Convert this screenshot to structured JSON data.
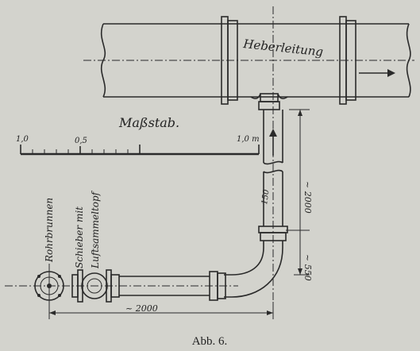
{
  "labels": {
    "heberleitung": "Heberleitung",
    "massstab": "Maßstab.",
    "scale_start": "1,0",
    "scale_mid": "0,5",
    "scale_end": "1,0 m",
    "rohrbrunnen": "Rohrbrunnen",
    "schieber_line1": "Schieber mit",
    "schieber_line2": "Luftsammeltopf",
    "dim_vertical_upper": "~ 2000",
    "dim_vertical_lower": "~ 550",
    "dim_horizontal": "~ 2000",
    "pipe_label": "150"
  },
  "caption": "Abb. 6.",
  "colors": {
    "paper": "#d3d3cd",
    "ink": "#2a2a2a"
  },
  "icons": {
    "flow_arrow": "arrow-right-icon",
    "up_arrow": "arrow-up-icon"
  }
}
